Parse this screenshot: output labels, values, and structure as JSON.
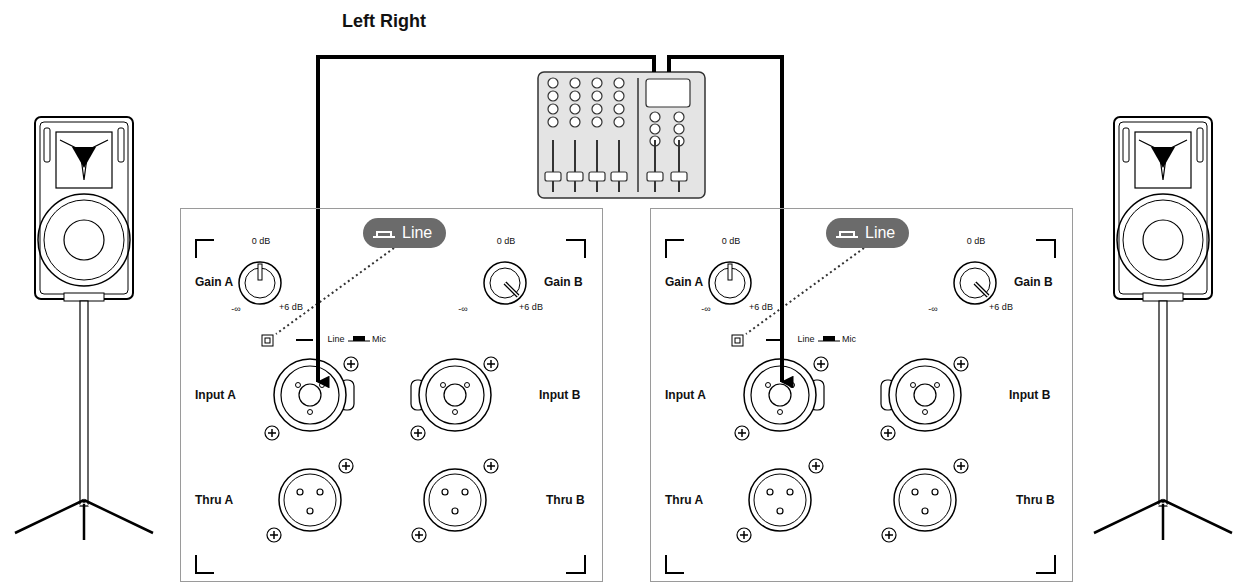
{
  "diagram": {
    "title": "Left Right",
    "nodes": [
      {
        "text": [
          "0 dB",
          "0 dB",
          "Gain A",
          "Gain B",
          "-∞",
          "+6 dB",
          "-∞",
          "+6 dB",
          "Line",
          "Mic",
          "Input A",
          "Input B",
          "Thru A",
          "Thru B"
        ]
      },
      {
        "text": [
          "Line"
        ],
        "in": 0
      },
      {
        "text": [
          "0 dB",
          "0 dB",
          "Gain A",
          "Gain B",
          "-∞",
          "+6 dB",
          "-∞",
          "+6 dB",
          "Line",
          "Mic",
          "Input A",
          "Input B",
          "Thru A",
          "Thru B"
        ]
      },
      {
        "text": [
          "Line"
        ],
        "in": 2
      }
    ]
  }
}
